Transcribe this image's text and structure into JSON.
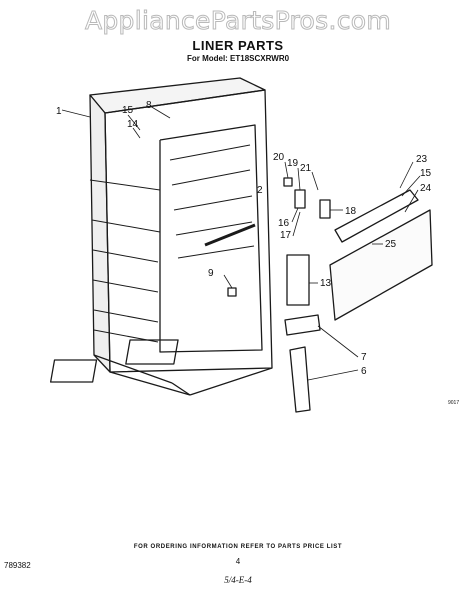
{
  "header": {
    "watermark": "AppliancePartsPros.com",
    "title": "LINER PARTS",
    "model": "For Model: ET18SCXRWR0"
  },
  "callouts": [
    "1",
    "15",
    "14",
    "8",
    "2",
    "20",
    "19",
    "21",
    "16",
    "17",
    "18",
    "23",
    "15",
    "24",
    "25",
    "13",
    "9",
    "7",
    "6"
  ],
  "footer": {
    "doc_number": "789382",
    "ordering_note": "FOR ORDERING INFORMATION REFER TO PARTS PRICE LIST",
    "page": "4",
    "revision": "5/4-E-4",
    "figure_code": "9017"
  }
}
